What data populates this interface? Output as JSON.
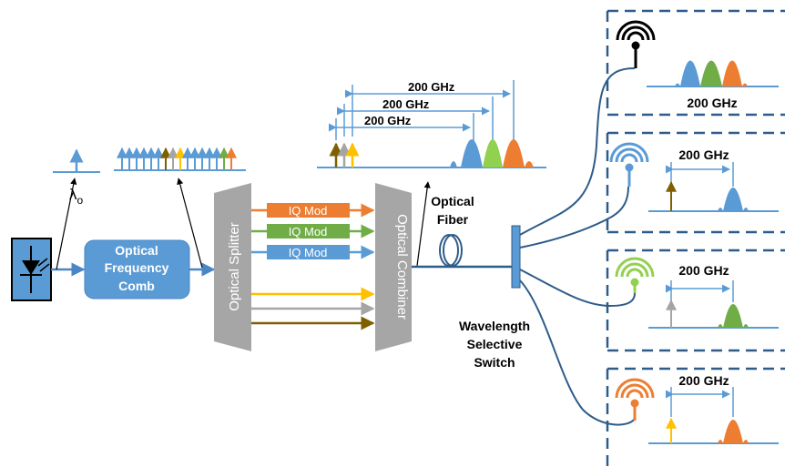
{
  "laser": {
    "wavelength_label": "λ",
    "wavelength_sub": "o"
  },
  "comb": {
    "line1": "Optical",
    "line2": "Frequency",
    "line3": "Comb"
  },
  "splitter": {
    "label": "Optical Splitter"
  },
  "combiner": {
    "label": "Optical Combiner"
  },
  "modulators": [
    {
      "label": "IQ Mod",
      "color": "#ed7d31"
    },
    {
      "label": "IQ Mod",
      "color": "#70ad47"
    },
    {
      "label": "IQ Mod",
      "color": "#5b9bd5"
    }
  ],
  "fiber": {
    "line1": "Optical",
    "line2": "Fiber"
  },
  "wss": {
    "line1": "Wavelength",
    "line2": "Selective",
    "line3": "Switch"
  },
  "spacing": {
    "top1": "200 GHz",
    "top2": "200 GHz",
    "top3": "200 GHz",
    "rx1": "200 GHz",
    "rx2": "200 GHz",
    "rx3": "200 GHz",
    "rx4": "200 GHz"
  },
  "colors": {
    "blue": "#5b9bd5",
    "dark_blue": "#2e5c8a",
    "orange": "#ed7d31",
    "green": "#70ad47",
    "yellow": "#ffc000",
    "gray": "#a5a5a5",
    "brown": "#7f6000",
    "box_gray": "#a6a6a6"
  }
}
